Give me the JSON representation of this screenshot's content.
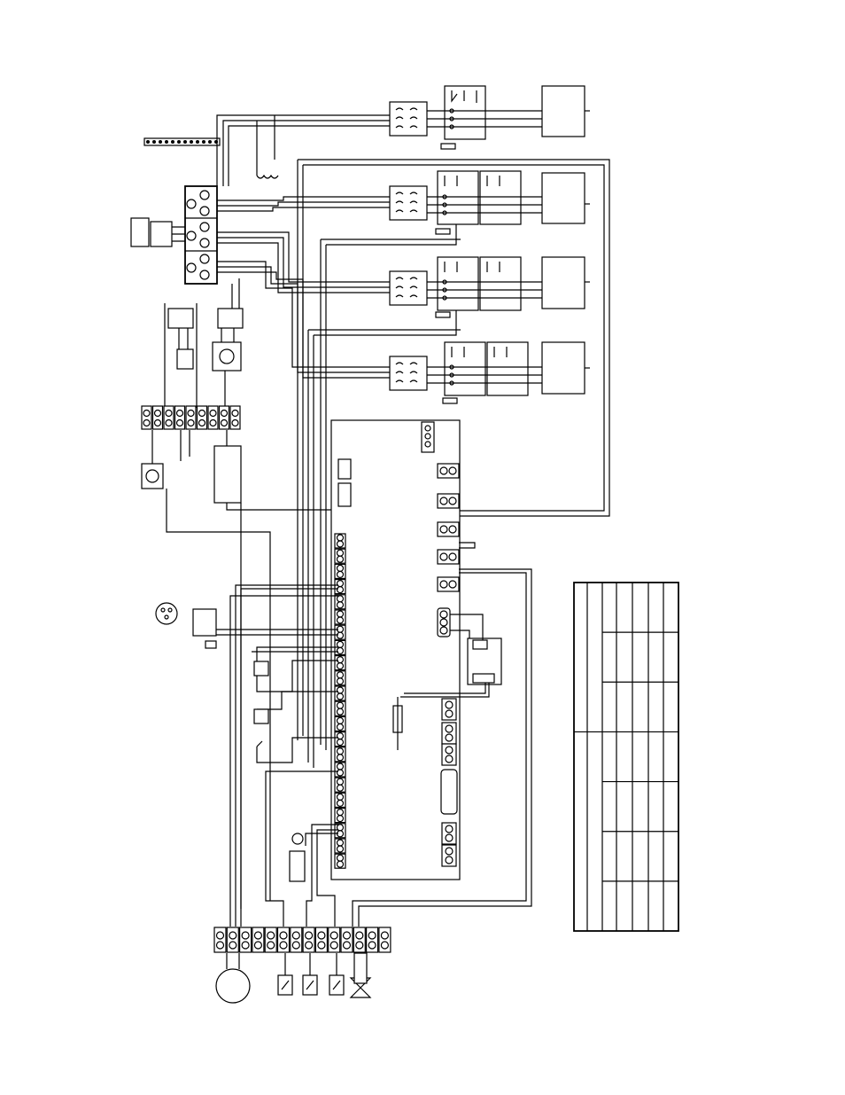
{
  "diagram": {
    "title": "",
    "contactor_groups": 4,
    "load_boxes": 4,
    "pcb_connector_rows": 22,
    "bottom_terminals": 14,
    "legend_table": {
      "rows": 7,
      "cols": 6,
      "cells": []
    },
    "text_labels": []
  }
}
